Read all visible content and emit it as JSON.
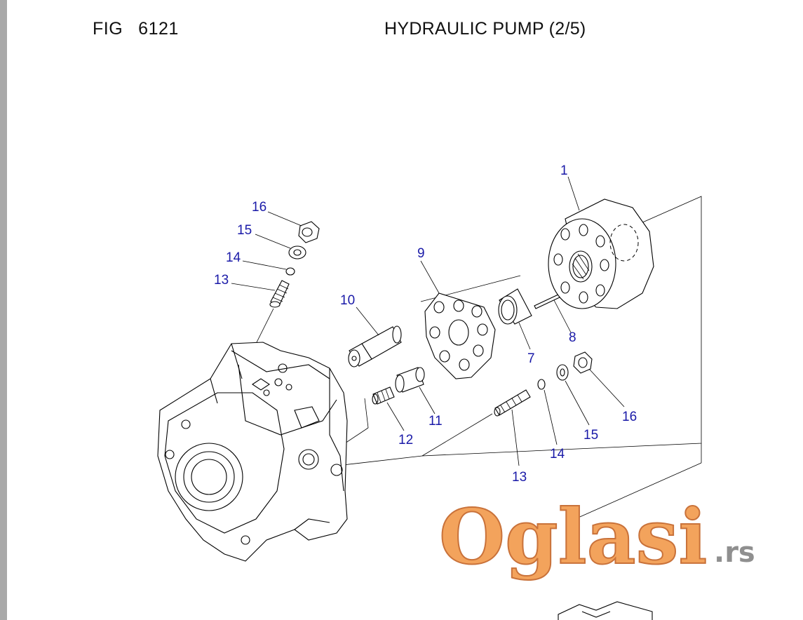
{
  "header": {
    "fig_label": "FIG",
    "fig_number": "6121",
    "title": "HYDRAULIC PUMP (2/5)"
  },
  "callouts": {
    "c1": "1",
    "c7": "7",
    "c8": "8",
    "c9": "9",
    "c10": "10",
    "c11": "11",
    "c12": "12",
    "c13a": "13",
    "c13b": "13",
    "c14a": "14",
    "c14b": "14",
    "c15a": "15",
    "c15b": "15",
    "c16a": "16",
    "c16b": "16"
  },
  "watermark": {
    "main": "Oglasi",
    "tld": ".rs"
  },
  "colors": {
    "callout": "#1a1aa8",
    "watermark_fill": "#f3a35c",
    "watermark_tld": "#8f8f8f"
  }
}
